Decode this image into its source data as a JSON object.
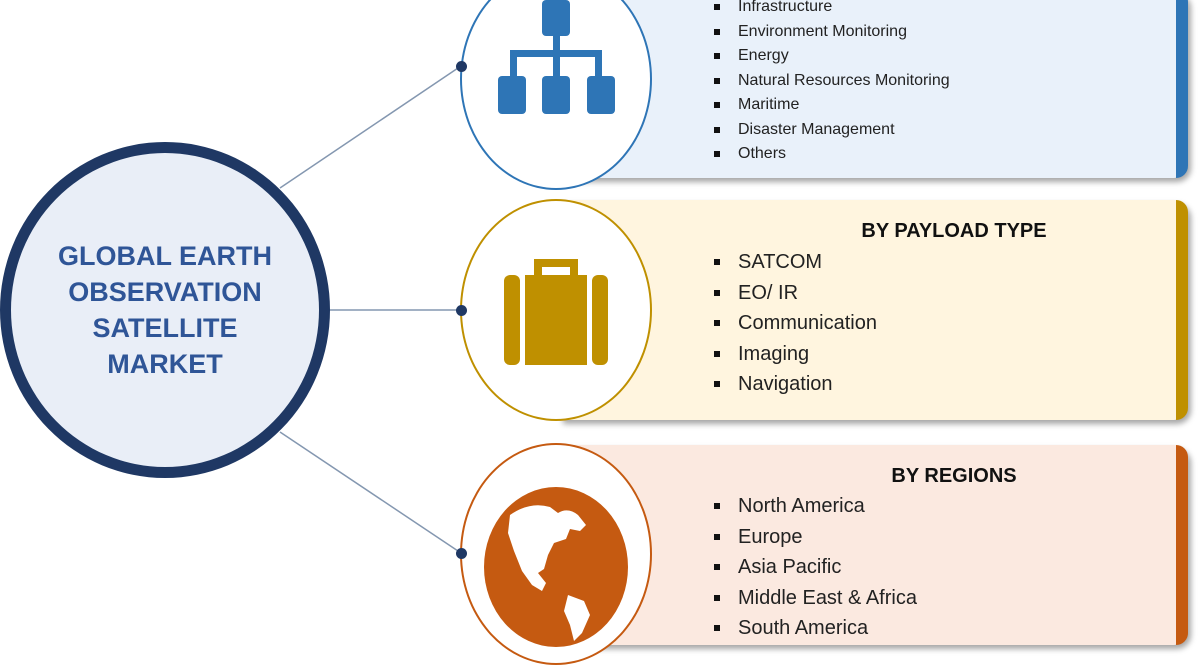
{
  "title": "GLOBAL EARTH OBSERVATION SATELLITE MARKET",
  "colors": {
    "navy": "#1f3864",
    "blue": "#2e75b6",
    "gold": "#bf9000",
    "orange": "#c55a11"
  },
  "segments": [
    {
      "icon": "hierarchy-icon",
      "heading": "",
      "items": [
        "Infrastructure",
        "Environment Monitoring",
        "Energy",
        "Natural Resources Monitoring",
        "Maritime",
        "Disaster Management",
        "Others"
      ]
    },
    {
      "icon": "briefcase-icon",
      "heading": "BY PAYLOAD TYPE",
      "items": [
        "SATCOM",
        "EO/ IR",
        "Communication",
        "Imaging",
        "Navigation"
      ]
    },
    {
      "icon": "globe-icon",
      "heading": "BY REGIONS",
      "items": [
        "North America",
        "Europe",
        "Asia Pacific",
        "Middle East & Africa",
        "South America"
      ]
    }
  ]
}
